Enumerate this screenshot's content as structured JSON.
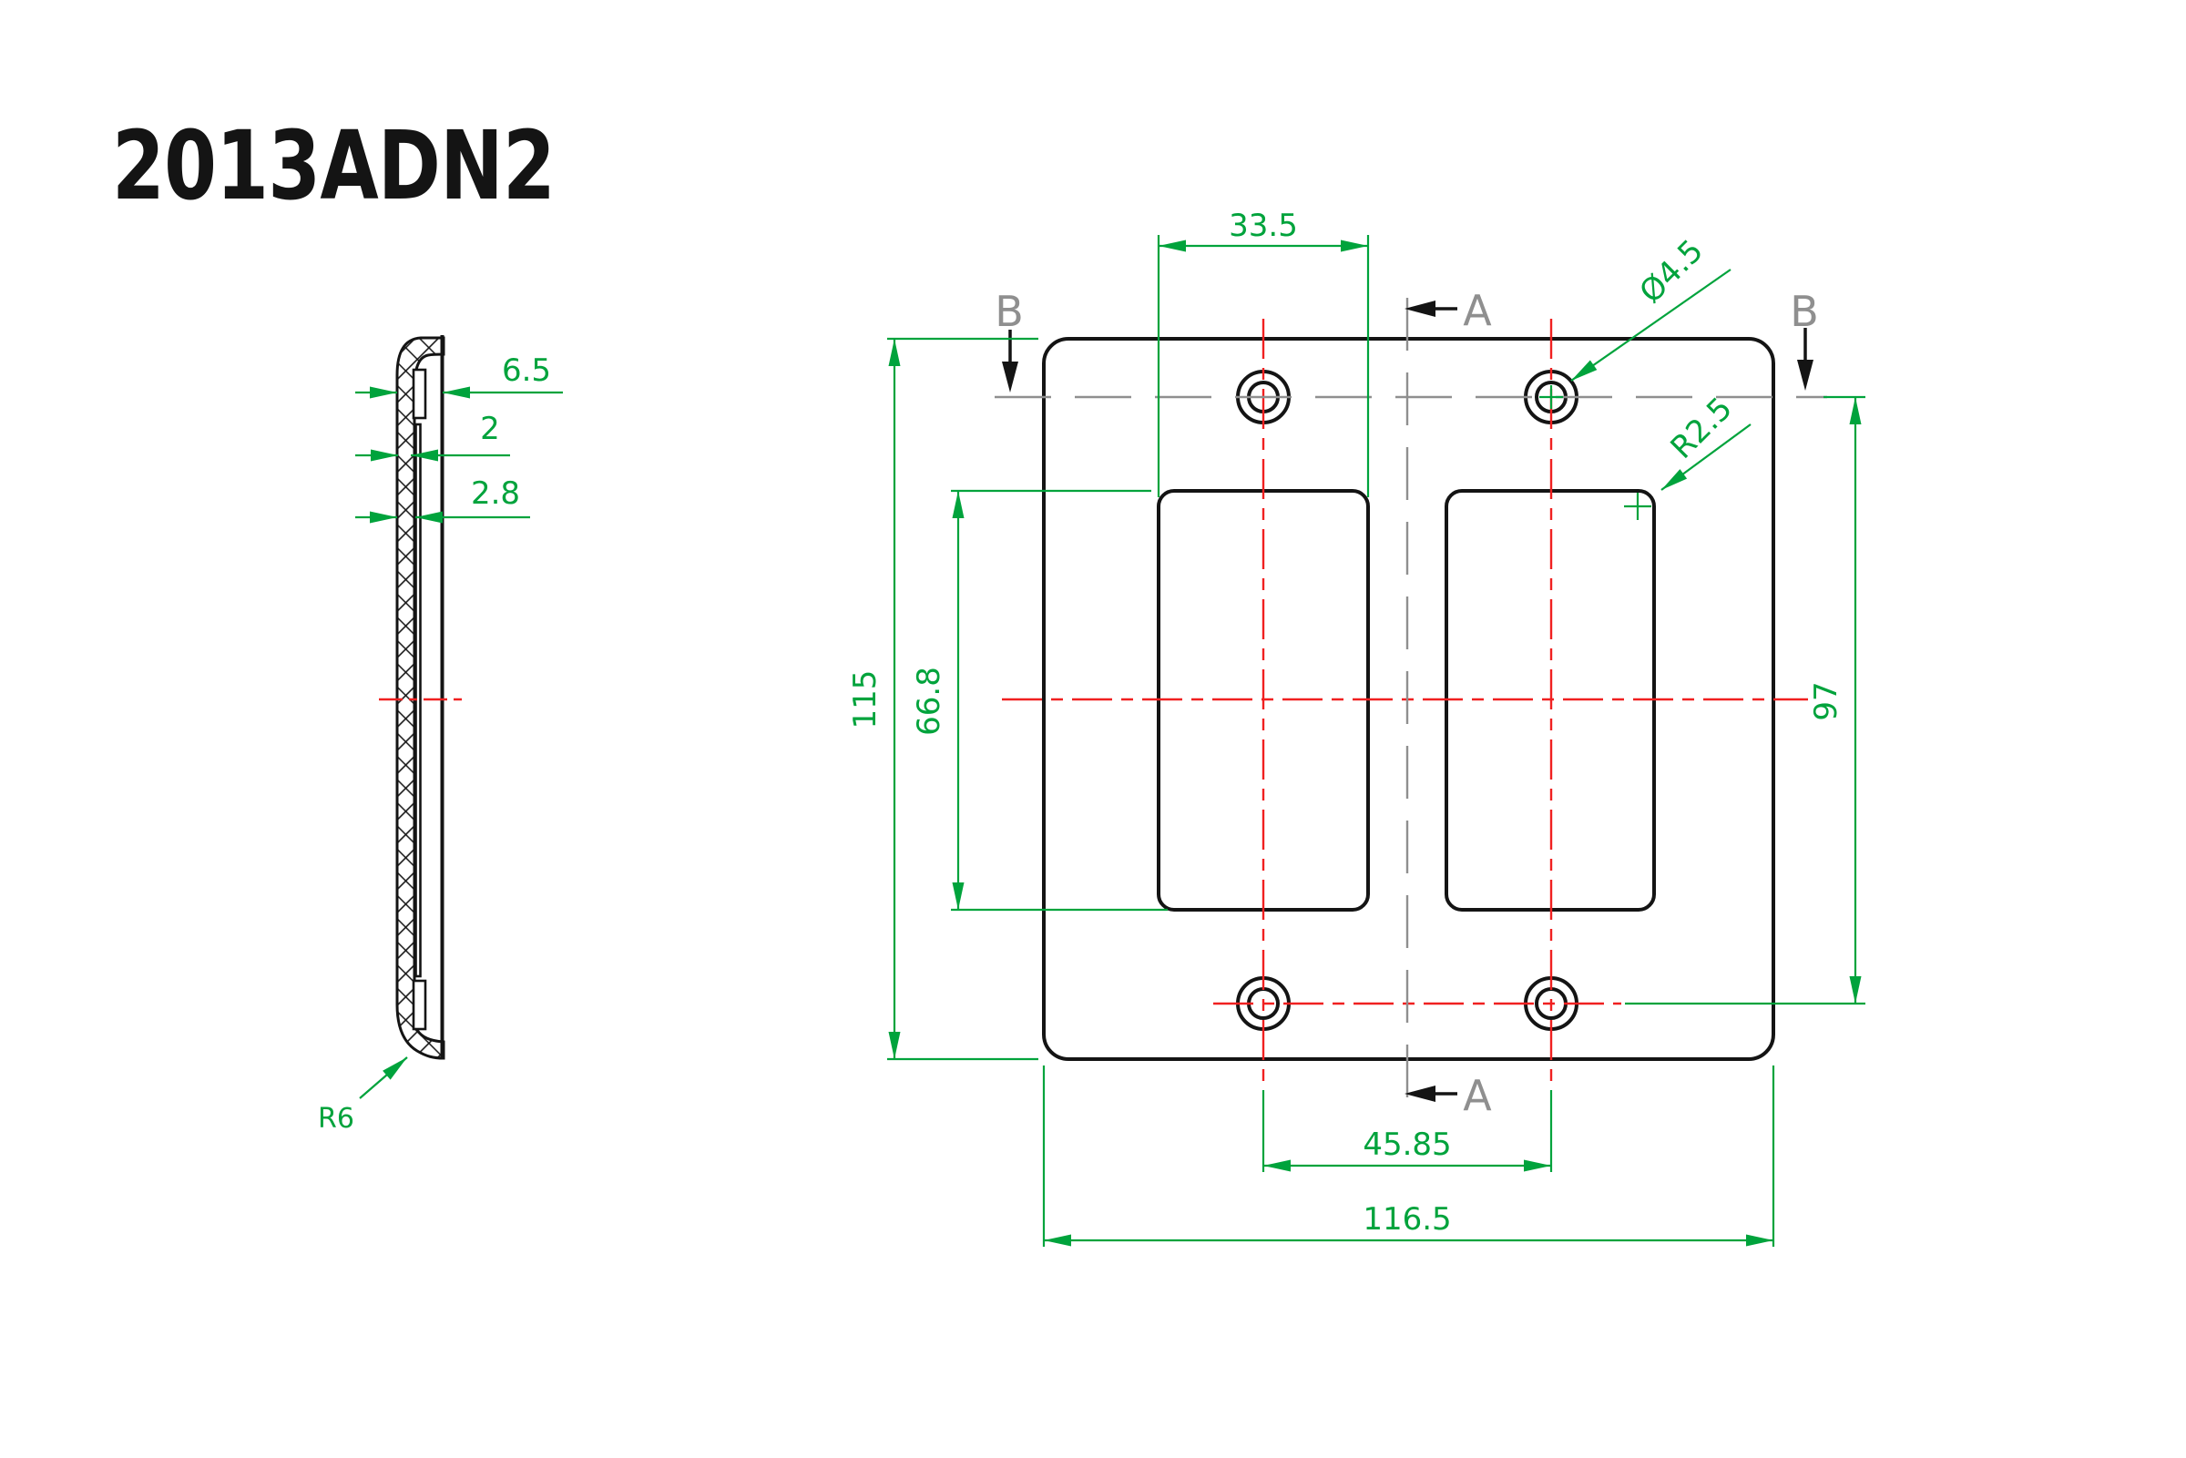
{
  "title": "2013ADN2",
  "colors": {
    "dimension_green": "#00a33c",
    "centerline_red": "#f02020",
    "section_gray": "#8f8f8f",
    "outline_black": "#141414",
    "background": "#ffffff"
  },
  "front_view": {
    "dims": {
      "opening_width": "33.5",
      "plate_height": "115",
      "opening_height": "66.8",
      "hole_row_spacing": "97",
      "hole_col_spacing": "45.85",
      "plate_width": "116.5",
      "hole_diameter": "Ø4.5",
      "opening_corner_radius": "R2.5"
    },
    "sections": {
      "a": "A",
      "b": "B"
    }
  },
  "side_view": {
    "dims": {
      "depth": "6.5",
      "wall_thickness": "2",
      "rib_depth": "2.8",
      "edge_radius": "R6"
    }
  }
}
